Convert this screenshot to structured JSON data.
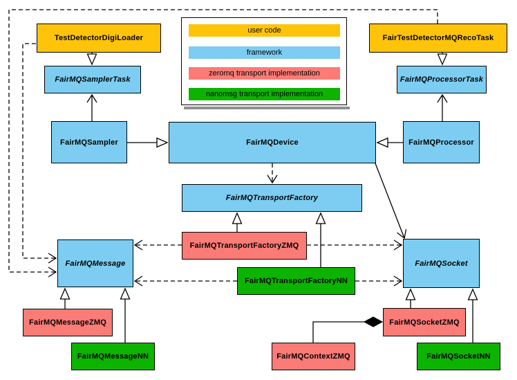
{
  "legend": {
    "items": [
      {
        "label": "user code",
        "color": "#FFC40A",
        "category": "user-code"
      },
      {
        "label": "framework",
        "color": "#7CCDF1",
        "category": "framework"
      },
      {
        "label": "zeromq transport implementation",
        "color": "#FB7B76",
        "category": "zeromq"
      },
      {
        "label": "nanomsg transport implementation",
        "color": "#0CB400",
        "category": "nanomsg"
      }
    ]
  },
  "nodes": [
    {
      "label": "TestDetectorDigiLoader",
      "category": "user-code",
      "abstract": false
    },
    {
      "label": "FairTestDetectorMQRecoTask",
      "category": "user-code",
      "abstract": false
    },
    {
      "label": "FairMQSamplerTask",
      "category": "framework",
      "abstract": true
    },
    {
      "label": "FairMQProcessorTask",
      "category": "framework",
      "abstract": true
    },
    {
      "label": "FairMQSampler",
      "category": "framework",
      "abstract": false
    },
    {
      "label": "FairMQDevice",
      "category": "framework",
      "abstract": false
    },
    {
      "label": "FairMQProcessor",
      "category": "framework",
      "abstract": false
    },
    {
      "label": "FairMQTransportFactory",
      "category": "framework",
      "abstract": true
    },
    {
      "label": "FairMQTransportFactoryZMQ",
      "category": "zeromq",
      "abstract": false
    },
    {
      "label": "FairMQTransportFactoryNN",
      "category": "nanomsg",
      "abstract": false
    },
    {
      "label": "FairMQMessage",
      "category": "framework",
      "abstract": true
    },
    {
      "label": "FairMQSocket",
      "category": "framework",
      "abstract": true
    },
    {
      "label": "FairMQMessageZMQ",
      "category": "zeromq",
      "abstract": false
    },
    {
      "label": "FairMQMessageNN",
      "category": "nanomsg",
      "abstract": false
    },
    {
      "label": "FairMQSocketZMQ",
      "category": "zeromq",
      "abstract": false
    },
    {
      "label": "FairMQSocketNN",
      "category": "nanomsg",
      "abstract": false
    },
    {
      "label": "FairMQContextZMQ",
      "category": "zeromq",
      "abstract": false
    }
  ],
  "edges": [
    {
      "from": "TestDetectorDigiLoader",
      "to": "FairMQSamplerTask",
      "type": "inheritance"
    },
    {
      "from": "FairTestDetectorMQRecoTask",
      "to": "FairMQProcessorTask",
      "type": "inheritance"
    },
    {
      "from": "FairMQSampler",
      "to": "FairMQDevice",
      "type": "inheritance"
    },
    {
      "from": "FairMQProcessor",
      "to": "FairMQDevice",
      "type": "inheritance"
    },
    {
      "from": "FairMQTransportFactoryZMQ",
      "to": "FairMQTransportFactory",
      "type": "inheritance"
    },
    {
      "from": "FairMQTransportFactoryNN",
      "to": "FairMQTransportFactory",
      "type": "inheritance"
    },
    {
      "from": "FairMQMessageZMQ",
      "to": "FairMQMessage",
      "type": "inheritance"
    },
    {
      "from": "FairMQMessageNN",
      "to": "FairMQMessage",
      "type": "inheritance"
    },
    {
      "from": "FairMQSocketZMQ",
      "to": "FairMQSocket",
      "type": "inheritance"
    },
    {
      "from": "FairMQSocketNN",
      "to": "FairMQSocket",
      "type": "inheritance"
    },
    {
      "from": "FairMQSampler",
      "to": "FairMQSamplerTask",
      "type": "association"
    },
    {
      "from": "FairMQProcessor",
      "to": "FairMQProcessorTask",
      "type": "association"
    },
    {
      "from": "FairMQDevice",
      "to": "FairMQSocket",
      "type": "association"
    },
    {
      "from": "FairMQDevice",
      "to": "FairMQTransportFactory",
      "type": "dependency"
    },
    {
      "from": "FairMQTransportFactoryZMQ",
      "to": "FairMQMessage",
      "type": "dependency"
    },
    {
      "from": "FairMQTransportFactoryZMQ",
      "to": "FairMQSocket",
      "type": "dependency"
    },
    {
      "from": "FairMQTransportFactoryNN",
      "to": "FairMQMessage",
      "type": "dependency"
    },
    {
      "from": "FairMQTransportFactoryNN",
      "to": "FairMQSocket",
      "type": "dependency"
    },
    {
      "from": "TestDetectorDigiLoader",
      "to": "FairMQMessage",
      "type": "dependency"
    },
    {
      "from": "FairTestDetectorMQRecoTask",
      "to": "FairMQMessage",
      "type": "dependency"
    },
    {
      "from": "FairMQSocketZMQ",
      "to": "FairMQContextZMQ",
      "type": "composition"
    }
  ],
  "colors": {
    "background": "#FFFFFF",
    "border": "#000000",
    "legend_shadow": "#8F8F8F",
    "user_code": "#FFC40A",
    "framework": "#7CCDF1",
    "zeromq": "#FB7B76",
    "nanomsg": "#0CB400"
  }
}
